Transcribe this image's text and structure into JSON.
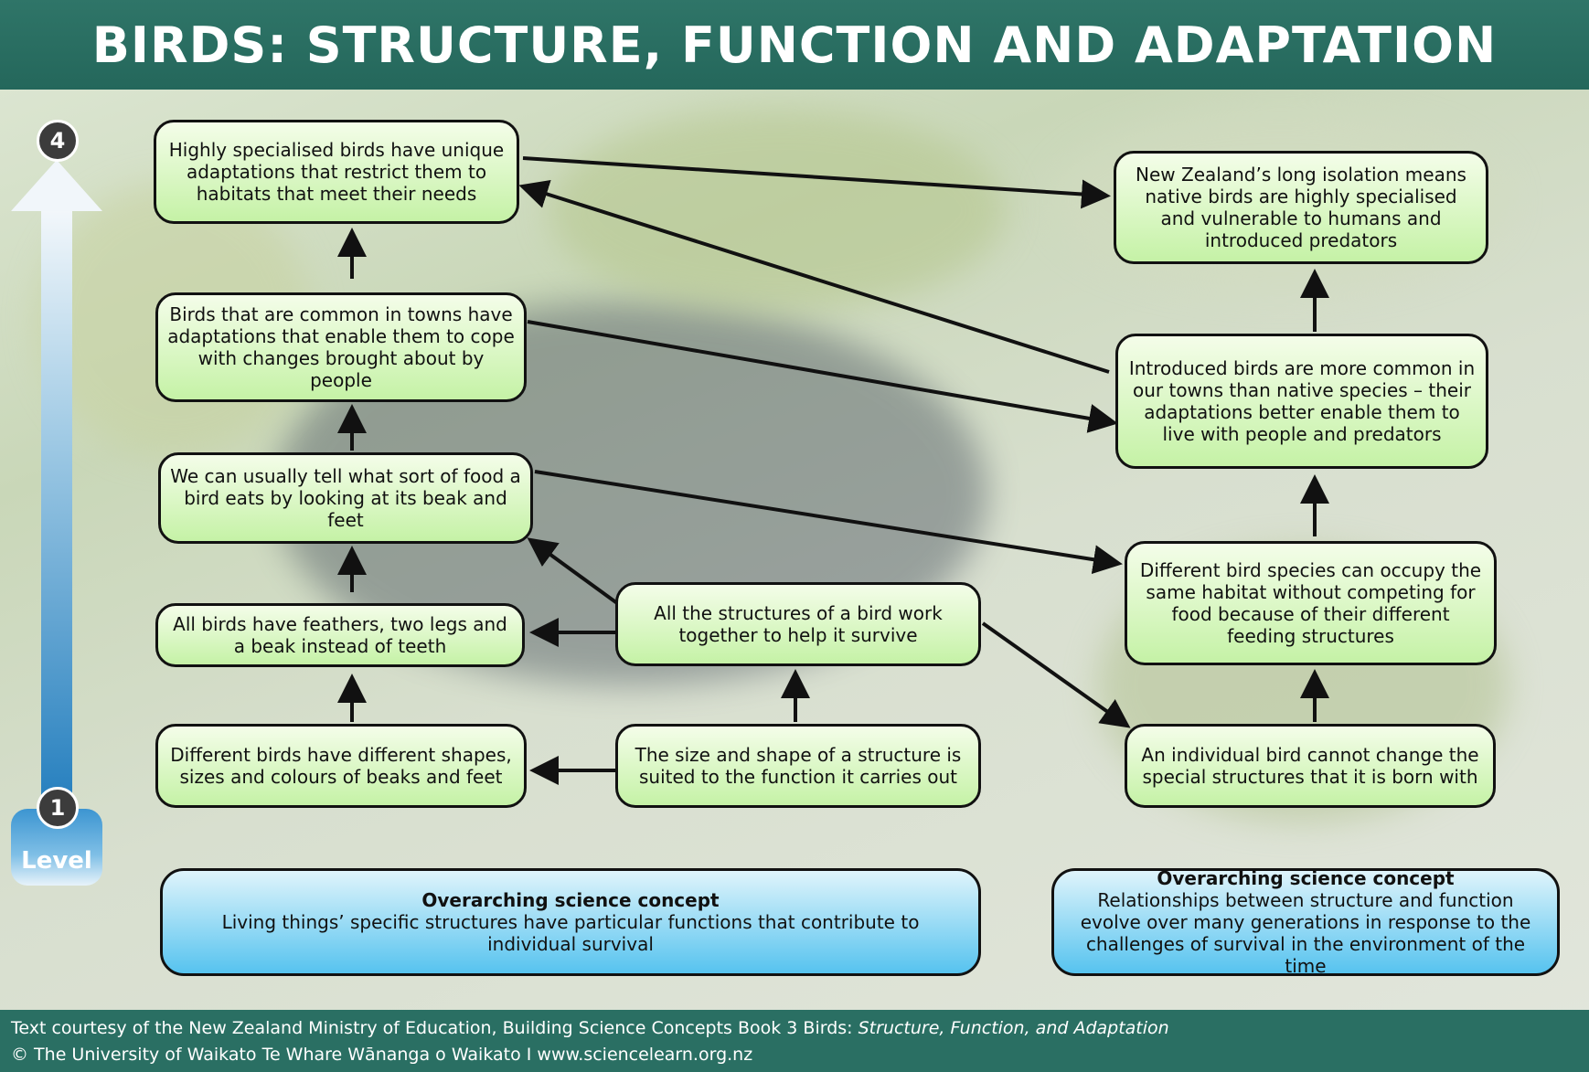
{
  "title": "BIRDS: STRUCTURE, FUNCTION AND ADAPTATION",
  "level_scale": {
    "top": "4",
    "bottom": "1",
    "label": "Level"
  },
  "boxes": {
    "specialised": "Highly specialised birds have unique adaptations that restrict them to habitats that meet their needs",
    "nz_isolation": "New Zealand’s long isolation means native birds are highly specialised and vulnerable to humans and introduced predators",
    "towns_common": "Birds that are common in towns have adaptations that enable them to cope with changes brought about by people",
    "introduced": "Introduced birds are more common in our towns than native species – their adaptations better enable them to live with people and predators",
    "food_beak": "We can usually tell what sort of food a bird eats by looking at its beak and feet",
    "different_species": "Different bird species can occupy the same habitat without competing for food because of their different feeding structures",
    "feathers": "All birds have feathers, two legs and a beak instead of teeth",
    "work_together": "All the structures of a bird work together to help it survive",
    "different_birds": "Different birds have different shapes, sizes and colours of beaks and feet",
    "size_shape": "The size and shape of a structure is suited to the function it carries out",
    "individual": "An individual bird cannot change the special structures that it is born with"
  },
  "concepts": {
    "left": {
      "heading": "Overarching science concept",
      "text": "Living things’ specific structures have particular functions that contribute to individual survival"
    },
    "right": {
      "heading": "Overarching science concept",
      "text": "Relationships between structure and function evolve over many generations in response to the challenges of survival in the environment of the time"
    }
  },
  "footer": {
    "line1_prefix": "Text courtesy of the New Zealand Ministry of Education, Building Science Concepts Book 3 Birds: ",
    "line1_italic": "Structure, Function, and Adaptation",
    "line2": "© The University of Waikato Te Whare Wānanga o Waikato I www.sciencelearn.org.nz"
  }
}
